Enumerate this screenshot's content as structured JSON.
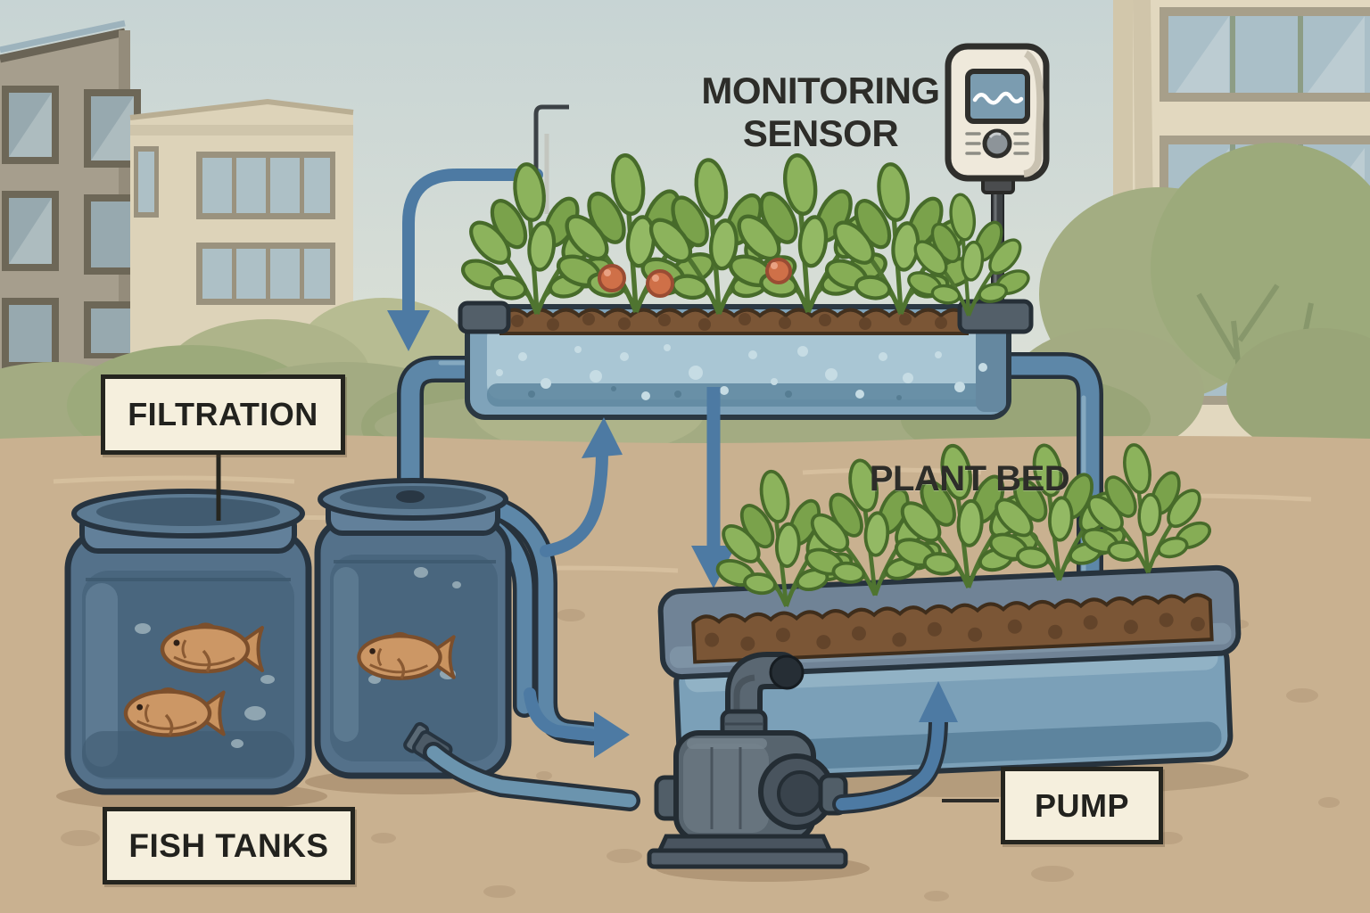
{
  "labels": {
    "monitoring_sensor_line1": "MONITORING",
    "monitoring_sensor_line2": "SENSOR",
    "filtration": "FILTRATION",
    "plant_bed": "PLANT BED",
    "pump": "PUMP",
    "fish_tanks": "FISH TANKS"
  },
  "scene": {
    "fish_tank_count": 2,
    "fish_count": 3,
    "plant_bed_count": 2,
    "tomato_count": 3,
    "flow_arrows": [
      "down-into-fish-tanks",
      "up-into-grow-bed",
      "down-to-plant-bed",
      "right-to-pump",
      "up-from-pump-into-plant-bed"
    ]
  },
  "colors": {
    "sky": "#ccd7d5",
    "ground": "#c9b190",
    "pipe_blue": "#5d87a8",
    "flow_arrow_blue": "#4d7aa3",
    "tank_blue": "#54718a",
    "bed_blue": "#7fa3ba",
    "plant_green": "#8cb35c",
    "soil_brown": "#7b5636",
    "tomato_orange": "#cf7048",
    "fish_orange": "#cc9765",
    "pump_gray": "#57646e",
    "sensor_body": "#efe9db",
    "sensor_screen": "#7b9cb0",
    "label_bg": "#f5efdd",
    "label_border": "#25251f",
    "label_text": "#2d2d29"
  }
}
